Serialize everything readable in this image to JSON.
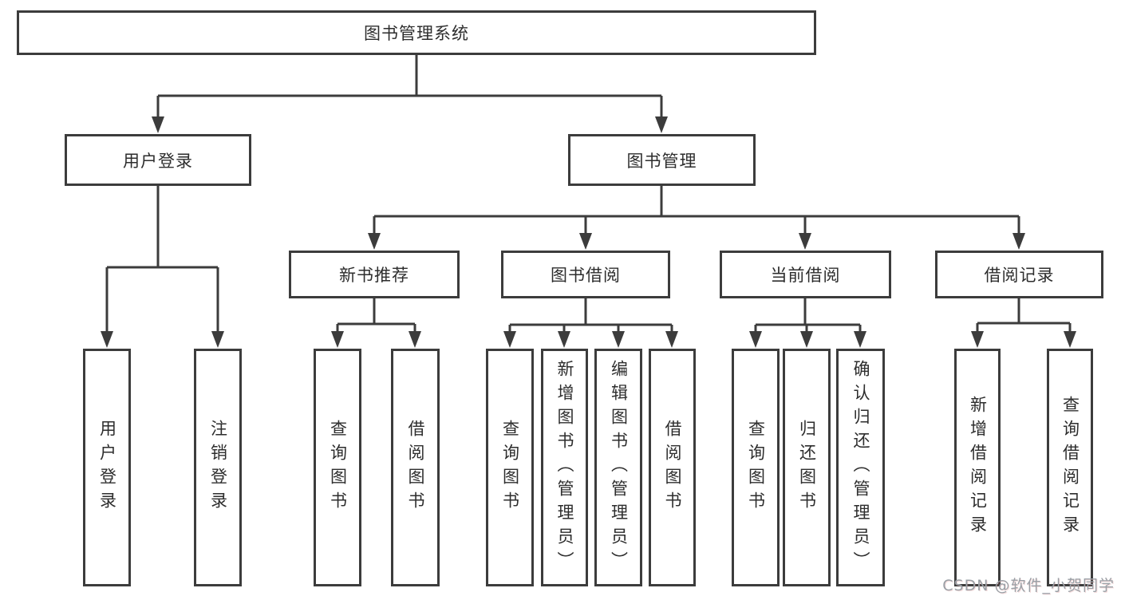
{
  "diagram": {
    "root": {
      "label": "图书管理系统"
    },
    "level2": [
      {
        "label": "用户登录"
      },
      {
        "label": "图书管理"
      }
    ],
    "level3": [
      {
        "label": "新书推荐"
      },
      {
        "label": "图书借阅"
      },
      {
        "label": "当前借阅"
      },
      {
        "label": "借阅记录"
      }
    ],
    "leaves": {
      "user": [
        "用户登录",
        "注销登录"
      ],
      "newbook": [
        "查询图书",
        "借阅图书"
      ],
      "borrow": [
        "查询图书",
        "新增图书（管理员）",
        "编辑图书（管理员）",
        "借阅图书"
      ],
      "current": [
        "查询图书",
        "归还图书",
        "确认归还（管理员）"
      ],
      "records": [
        "新增借阅记录",
        "查询借阅记录"
      ]
    }
  },
  "watermark": "CSDN @软件_小贺同学",
  "colors": {
    "line": "#3c3c3c",
    "text": "#2d2d2d",
    "watermark": "#9aa0a6",
    "background": "#ffffff"
  }
}
